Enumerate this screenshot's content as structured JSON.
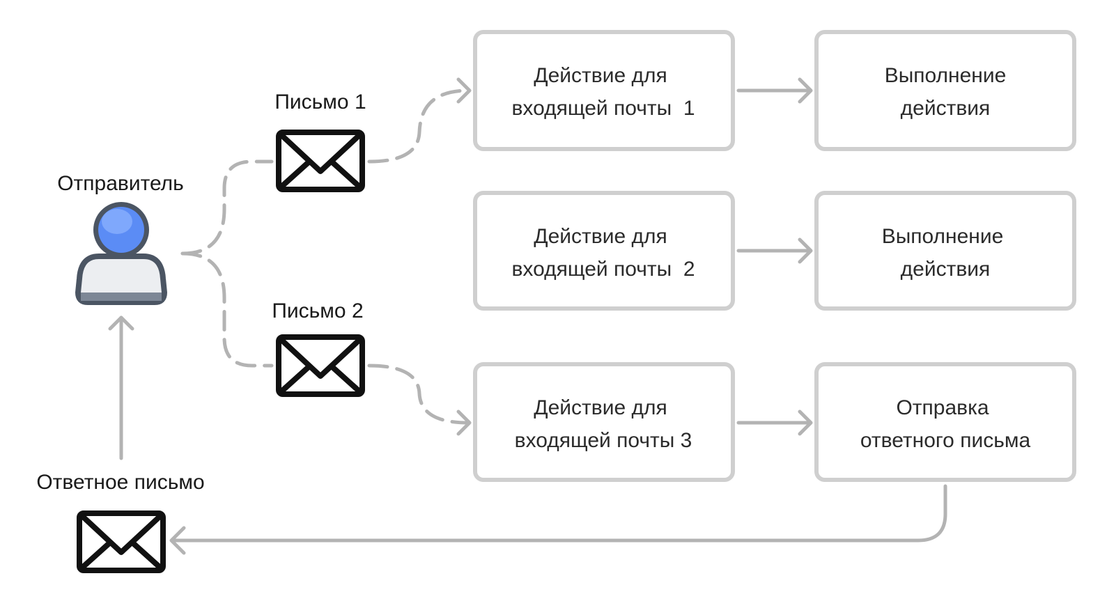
{
  "sender": {
    "label": "Отправитель",
    "icon": "user-icon",
    "colors": {
      "head": "#5b8cf5",
      "outline": "#4b5563",
      "body": "#eceef1"
    }
  },
  "letters": [
    {
      "id": "letter1",
      "label": "Письмо 1",
      "icon": "envelope-icon"
    },
    {
      "id": "letter2",
      "label": "Письмо 2",
      "icon": "envelope-icon"
    }
  ],
  "reply_letter": {
    "label": "Ответное письмо",
    "icon": "envelope-icon"
  },
  "rules": [
    {
      "line1": "Действие для",
      "line2": "входящей почты  1"
    },
    {
      "line1": "Действие для",
      "line2": "входящей почты  2"
    },
    {
      "line1": "Действие для",
      "line2": "входящей почты 3"
    }
  ],
  "results": [
    {
      "line1": "Выполнение",
      "line2": "действия"
    },
    {
      "line1": "Выполнение",
      "line2": "действия"
    },
    {
      "line1": "Отправка",
      "line2": "ответного письма"
    }
  ],
  "colors": {
    "box_border": "#cfcfcf",
    "arrow": "#b3b3b3",
    "text": "#2b2b2b",
    "envelope_stroke": "#111111"
  }
}
